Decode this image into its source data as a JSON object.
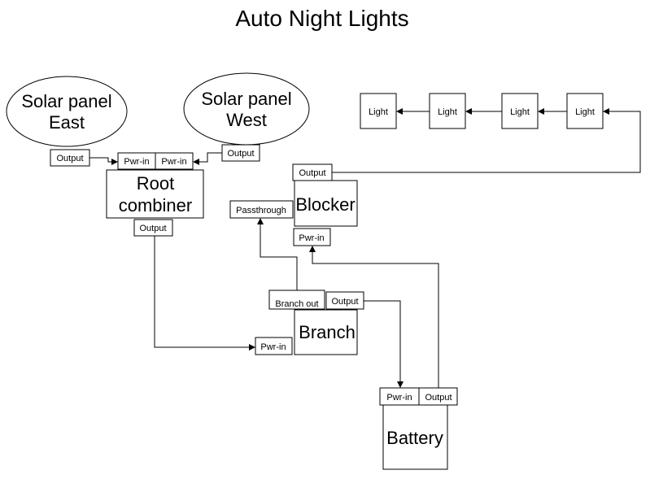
{
  "title": "Auto Night Lights",
  "nodes": {
    "solar_east": {
      "line1": "Solar panel",
      "line2": "East",
      "port": "Output"
    },
    "solar_west": {
      "line1": "Solar panel",
      "line2": "West",
      "port": "Output"
    },
    "root_combiner": {
      "line1": "Root",
      "line2": "combiner",
      "ports": [
        "Pwr-in",
        "Pwr-in"
      ],
      "out": "Output"
    },
    "blocker": {
      "label": "Blocker",
      "out": "Output",
      "pass": "Passthrough",
      "in": "Pwr-in"
    },
    "branch": {
      "label": "Branch",
      "branch_out": "Branch out",
      "out": "Output",
      "in": "Pwr-in"
    },
    "battery": {
      "label": "Battery",
      "in": "Pwr-in",
      "out": "Output"
    },
    "lights": [
      "Light",
      "Light",
      "Light",
      "Light"
    ]
  },
  "colors": {
    "stroke": "#000000",
    "fill": "#ffffff"
  }
}
